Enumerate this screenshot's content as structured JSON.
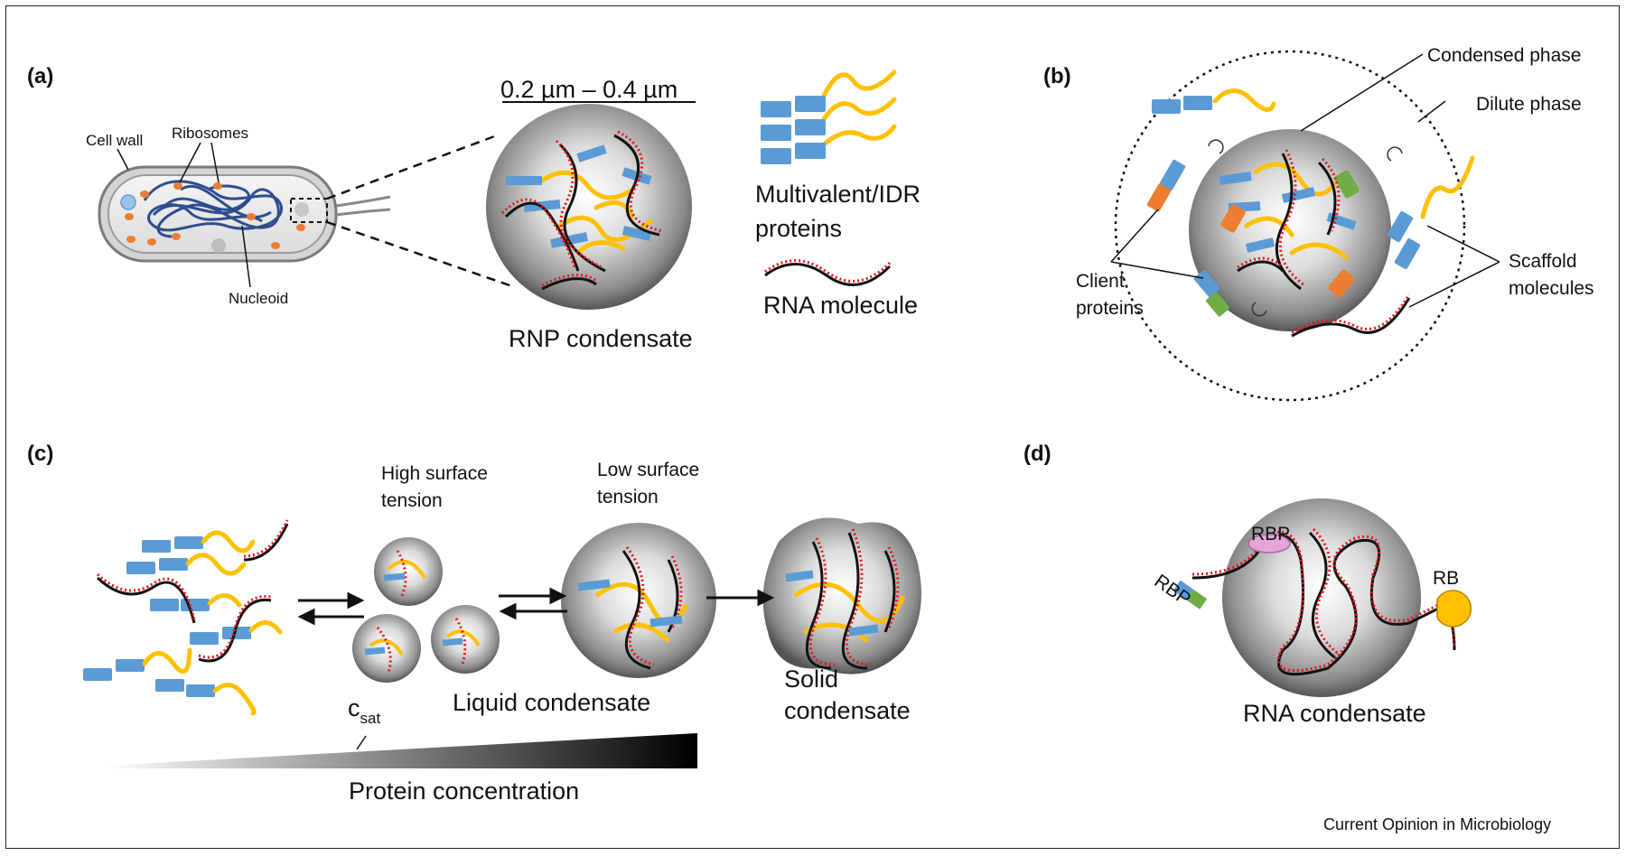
{
  "panels": {
    "a": {
      "label": "(a)",
      "cell_wall": "Cell wall",
      "ribosomes": "Ribosomes",
      "nucleoid": "Nucleoid",
      "scale": "0.2 µm – 0.4 µm",
      "condensate": "RNP condensate",
      "legend_protein_line1": "Multivalent/IDR",
      "legend_protein_line2": "proteins",
      "legend_rna": "RNA molecule"
    },
    "b": {
      "label": "(b)",
      "condensed_phase": "Condensed phase",
      "dilute_phase": "Dilute phase",
      "client_line1": "Client",
      "client_line2": "proteins",
      "scaffold_line1": "Scaffold",
      "scaffold_line2": "molecules"
    },
    "c": {
      "label": "(c)",
      "high_line1": "High surface",
      "high_line2": "tension",
      "low_line1": "Low surface",
      "low_line2": "tension",
      "liquid": "Liquid condensate",
      "solid_line1": "Solid",
      "solid_line2": "condensate",
      "csat_main": "c",
      "csat_sub": "sat",
      "concentration": "Protein concentration"
    },
    "d": {
      "label": "(d)",
      "rbp_top": "RBP",
      "rbp_left": "RBP",
      "rb_right": "RB",
      "condensate": "RNA condensate"
    }
  },
  "footer": "Current Opinion in Microbiology",
  "colors": {
    "protein_blue": "#5b9bd5",
    "idr_yellow": "#ffc000",
    "rna_red": "#e8131a",
    "client_orange": "#ed7d31",
    "client_green": "#70ad47",
    "nucleoid_blue": "#2e4d8f",
    "rbp_pink": "#e4a6d8"
  }
}
